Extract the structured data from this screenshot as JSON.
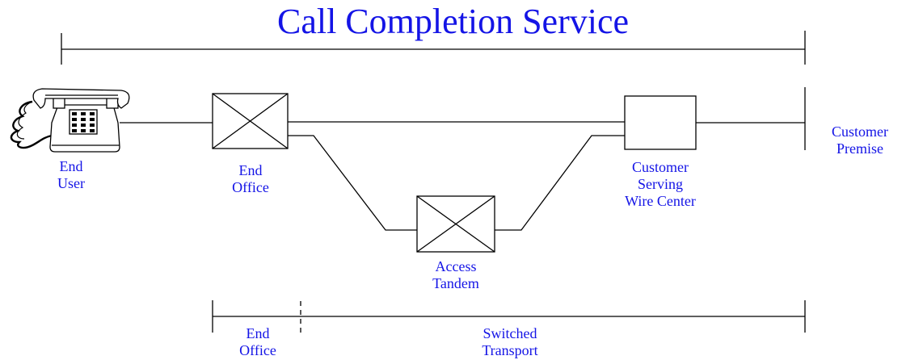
{
  "title": "Call Completion Service",
  "nodes": {
    "end_user": [
      "End",
      "User"
    ],
    "end_office": [
      "End",
      "Office"
    ],
    "access_tandem": [
      "Access",
      "Tandem"
    ],
    "customer_serving_wire_center": [
      "Customer",
      "Serving",
      "Wire Center"
    ],
    "customer_premise": [
      "Customer",
      "Premise"
    ]
  },
  "segments": {
    "end_office": [
      "End",
      "Office"
    ],
    "switched_transport": [
      "Switched",
      "Transport"
    ]
  },
  "colors": {
    "text": "#1414e6",
    "line": "#000000"
  }
}
